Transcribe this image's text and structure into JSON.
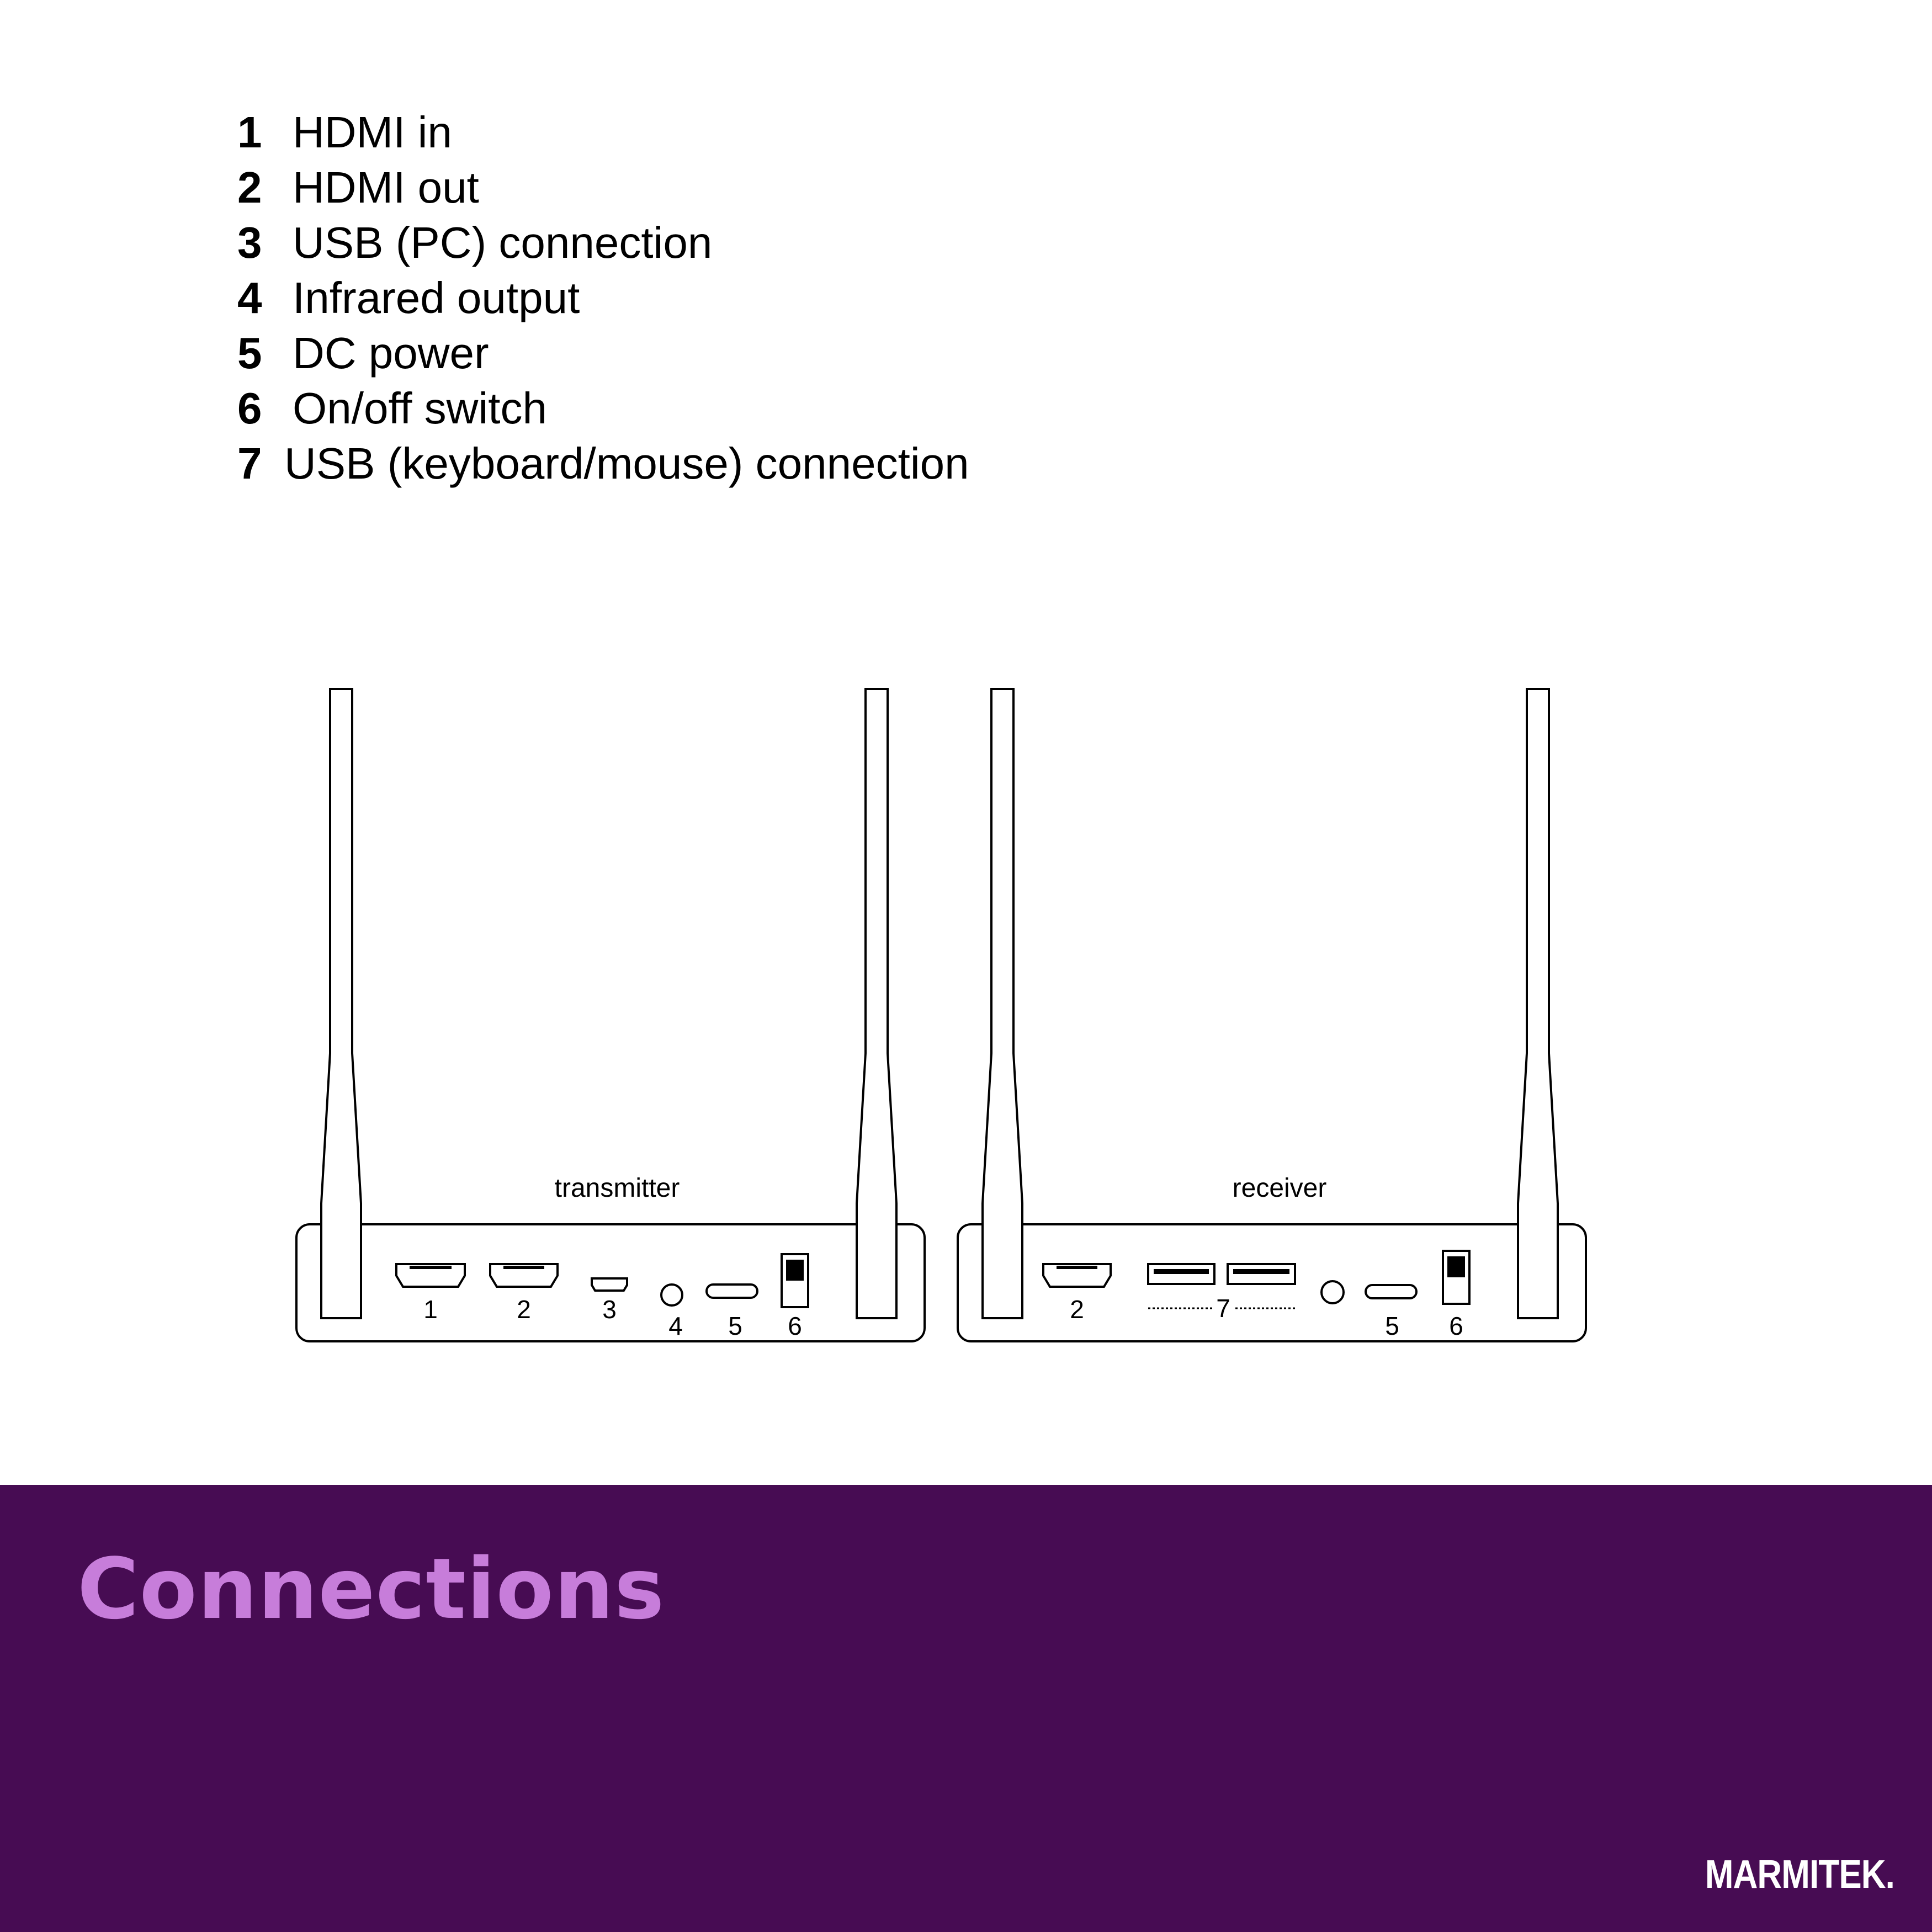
{
  "legend": [
    {
      "number": "1",
      "label": "HDMI in"
    },
    {
      "number": "2",
      "label": "HDMI out"
    },
    {
      "number": "3",
      "label": "USB (PC) connection"
    },
    {
      "number": "4",
      "label": "Infrared output"
    },
    {
      "number": "5",
      "label": "DC power"
    },
    {
      "number": "6",
      "label": "On/off switch"
    },
    {
      "number": "7",
      "label": "USB (keyboard/mouse) connection"
    }
  ],
  "devices": {
    "transmitter": {
      "label": "transmitter",
      "port_numbers": [
        "1",
        "2",
        "3",
        "4",
        "5",
        "6"
      ]
    },
    "receiver": {
      "label": "receiver",
      "port_numbers": [
        "2",
        "7",
        "5",
        "6"
      ]
    }
  },
  "footer": {
    "title": "Connections",
    "brand": "MARMITEK."
  },
  "colors": {
    "band": "#470c53",
    "title": "#c77dda",
    "line": "#000000"
  }
}
